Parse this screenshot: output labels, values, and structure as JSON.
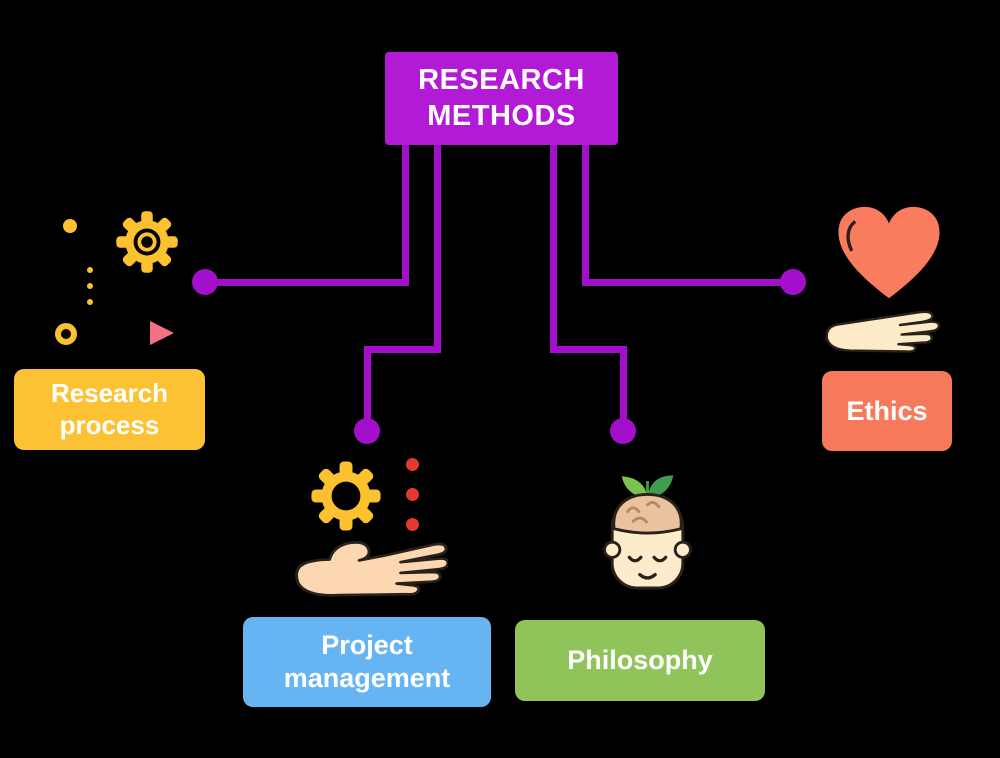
{
  "root": {
    "label": "RESEARCH METHODS"
  },
  "branches": {
    "research_process": {
      "label": "Research process",
      "color": "#fcc233"
    },
    "project_management": {
      "label": "Project management",
      "color": "#66b4f2"
    },
    "philosophy": {
      "label": "Philosophy",
      "color": "#90c35a"
    },
    "ethics": {
      "label": "Ethics",
      "color": "#f7795c"
    }
  },
  "colors": {
    "background": "#000000",
    "root_node": "#b21ad6",
    "connector": "#a30fca",
    "label_text": "#ffffff",
    "gear_yellow": "#fcc12e",
    "red_dot": "#e23b2e",
    "heart_coral": "#f97c5f",
    "skin": "#fcd7b2",
    "leaf_green": "#7cc24e"
  },
  "icons": {
    "research_process": "gear-and-shapes-icon",
    "project_management": "hand-holding-gear-icon",
    "philosophy": "mindful-head-with-plant-icon",
    "ethics": "heart-in-hand-icon"
  }
}
